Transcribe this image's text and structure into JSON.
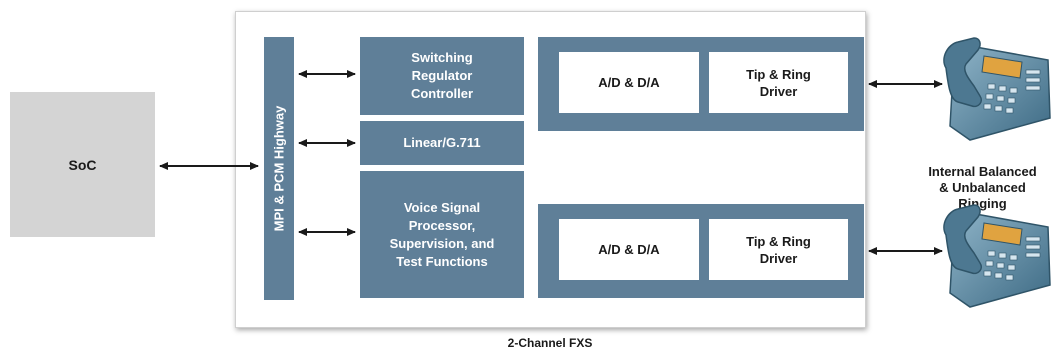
{
  "soc": {
    "label": "SoC"
  },
  "bus": {
    "label": "MPI & PCM Highway"
  },
  "blocks": {
    "switching": "Switching\nRegulator\nController",
    "linear": "Linear/G.711",
    "voice": "Voice Signal\nProcessor,\nSupervision, and\nTest Functions"
  },
  "channels": [
    {
      "adda": "A/D & D/A",
      "driver": "Tip & Ring\nDriver"
    },
    {
      "adda": "A/D & D/A",
      "driver": "Tip & Ring\nDriver"
    }
  ],
  "ringing_label": "Internal Balanced\n& Unbalanced\nRinging",
  "chip_caption": "2-Channel FXS",
  "icons": [
    "telephone-icon",
    "telephone-icon"
  ],
  "colors": {
    "block": "#5f7f98",
    "soc": "#d4d4d4",
    "arrow": "#1a1a1a"
  }
}
